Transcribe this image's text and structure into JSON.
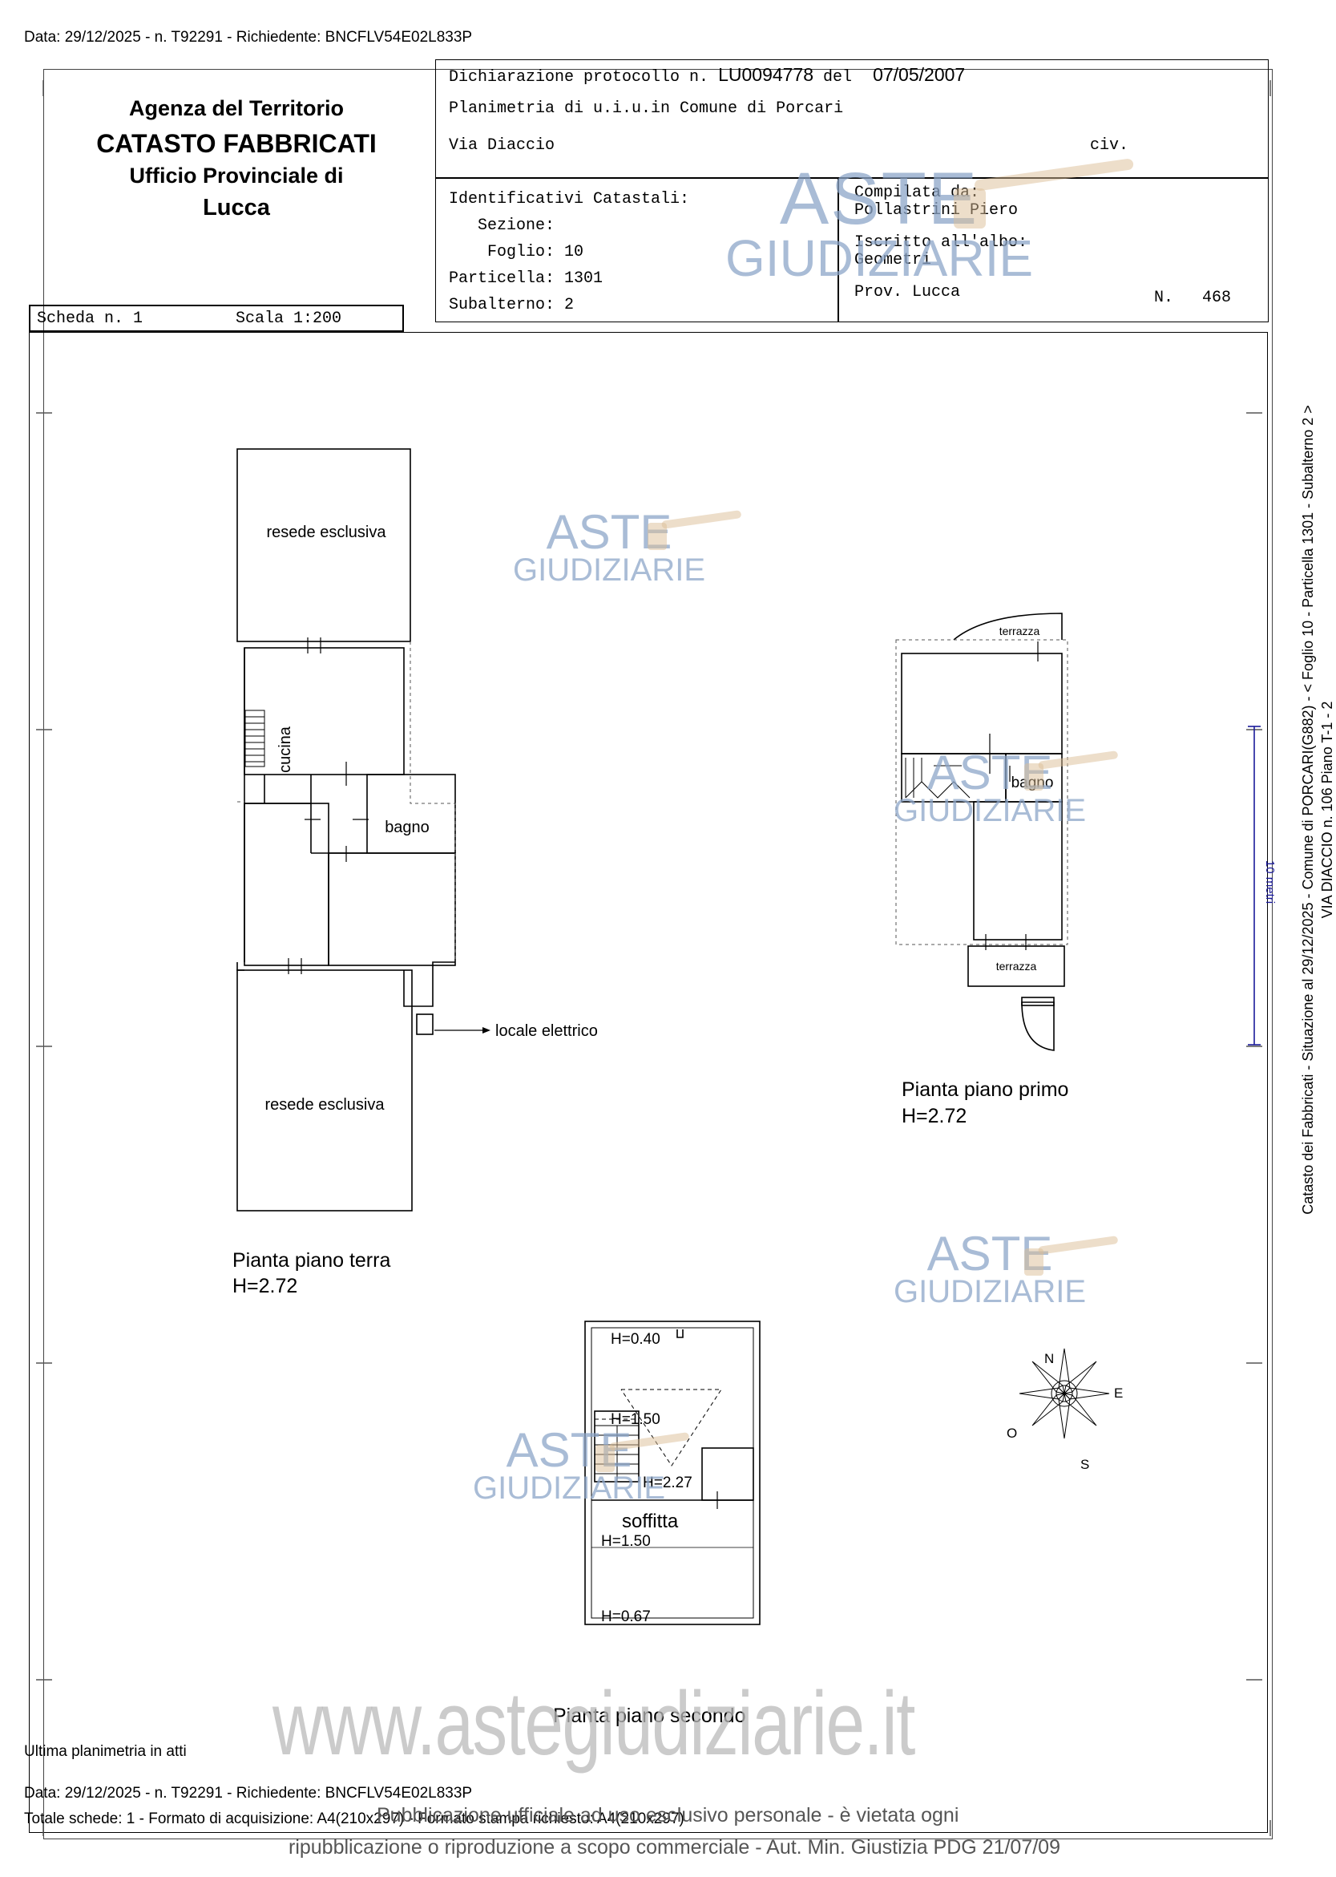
{
  "top_line": "Data: 29/12/2025 - n. T92291 - Richiedente: BNCFLV54E02L833P",
  "agency": {
    "line1": "Agenza del Territorio",
    "line2": "CATASTO FABBRICATI",
    "line3": "Ufficio Provinciale di",
    "line4": "Lucca"
  },
  "declaration": {
    "protocol_label": "Dichiarazione protocollo n.",
    "protocol_number": "LU0094778",
    "del_label": "del",
    "date": "07/05/2007",
    "planimetria": "Planimetria di u.i.u.in Comune di Porcari",
    "via": "Via Diaccio",
    "civ": "civ."
  },
  "identifiers": {
    "title": "Identificativi Catastali:",
    "sezione": "Sezione:",
    "foglio": "Foglio: 10",
    "particella": "Particella: 1301",
    "subalterno": "Subalterno: 2"
  },
  "compiler": {
    "label": "Compilata da:",
    "name": "Pollastrini Piero",
    "albo_label": "Iscritto all'albo:",
    "albo": "Geometri",
    "prov": "Prov. Lucca",
    "n_label": "N.",
    "n_value": "468"
  },
  "scheda": {
    "label": "Scheda n. 1",
    "scale": "Scala 1:200"
  },
  "floors": {
    "terra": {
      "title": "Pianta piano terra",
      "height": "H=2.72",
      "rooms": {
        "resede_top": "resede esclusiva",
        "cucina": "cucina",
        "bagno": "bagno",
        "resede_bottom": "resede esclusiva",
        "locale": "locale elettrico"
      }
    },
    "primo": {
      "title": "Pianta piano primo",
      "height": "H=2.72",
      "rooms": {
        "terrazza_top": "terrazza",
        "bagno": "bagno",
        "terrazza_bottom": "terrazza"
      }
    },
    "secondo": {
      "title": "Pianta piano secondo",
      "room": "soffitta",
      "h1": "H=0.40",
      "h2": "H=1.50",
      "h3": "H=2.27",
      "h4": "H=1.50",
      "h5": "H=0.67"
    }
  },
  "compass": {
    "n": "N",
    "e": "E",
    "s": "S",
    "o": "O"
  },
  "scale_bar": "10 metri",
  "side_text_1": "Catasto dei Fabbricati - Situazione al 29/12/2025 - Comune di PORCARI(G882) - < Foglio 10 - Particella 1301 - Subalterno 2 >",
  "side_text_2": "VIA DIACCIO n. 106 Piano T-1 - 2",
  "footer": {
    "ultima": "Ultima planimetria in atti",
    "data": "Data: 29/12/2025 - n. T92291 - Richiedente: BNCFLV54E02L833P",
    "totale": "Totale schede: 1 - Formato di acquisizione: A4(210x297) - Formato stampa richiesto: A4(210x297)",
    "publication_1": "Pubblicazione ufficiale ad uso esclusivo personale - è vietata ogni",
    "publication_2": "ripubblicazione o riproduzione a scopo commerciale - Aut. Min. Giustizia PDG 21/07/09"
  },
  "watermark": {
    "aste": "ASTE",
    "giudiziarie": "GIUDIZIARIE",
    "url": "www.astegiudiziarie.it"
  }
}
